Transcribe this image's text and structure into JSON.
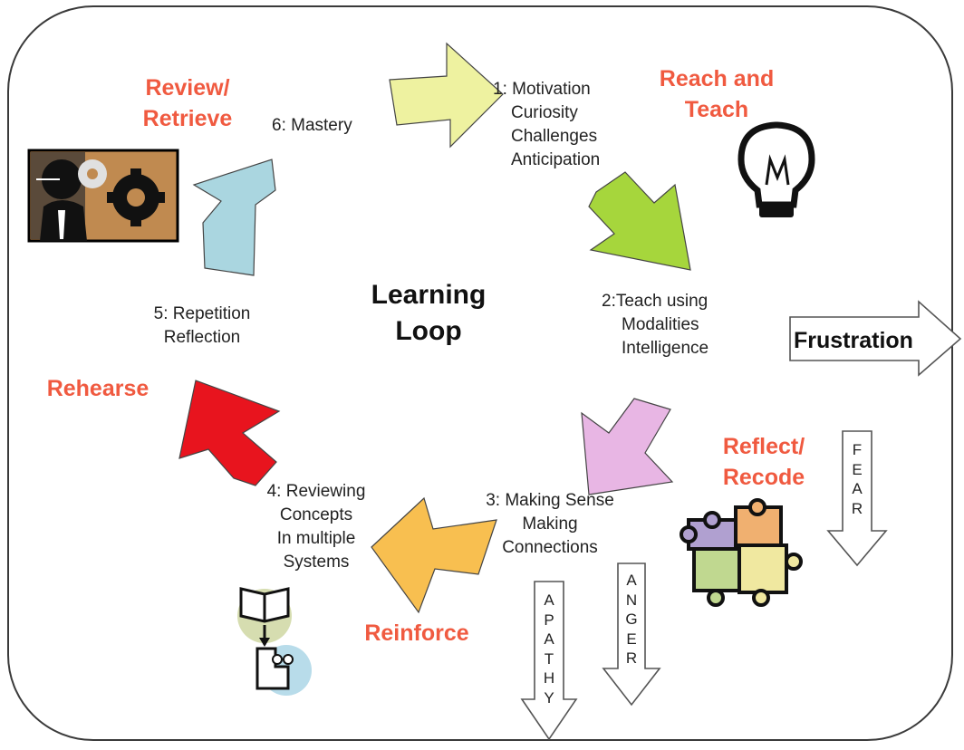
{
  "title": {
    "line1": "Learning",
    "line2": "Loop"
  },
  "steps": {
    "s1": [
      "1: Motivation",
      "Curiosity",
      "Challenges",
      "Anticipation"
    ],
    "s2": [
      "2:Teach using",
      "Modalities",
      "Intelligence"
    ],
    "s3": [
      "3: Making Sense",
      "Making",
      "Connections"
    ],
    "s4": [
      "4: Reviewing",
      "Concepts",
      "In multiple",
      "Systems"
    ],
    "s5": [
      "5: Repetition",
      "Reflection"
    ],
    "s6": [
      "6: Mastery"
    ]
  },
  "phases": {
    "review": [
      "Review/",
      "Retrieve"
    ],
    "reach": [
      "Reach and",
      "Teach"
    ],
    "reflect": [
      "Reflect/",
      "Recode"
    ],
    "reinforce": "Reinforce",
    "rehearse": "Rehearse"
  },
  "emotions": {
    "frustration": "Frustration",
    "fear": [
      "F",
      "E",
      "A",
      "R"
    ],
    "anger": [
      "A",
      "N",
      "G",
      "E",
      "R"
    ],
    "apathy": [
      "A",
      "P",
      "A",
      "T",
      "H",
      "Y"
    ]
  },
  "colors": {
    "arrow1": "#eef2a0",
    "arrow2": "#a6d63c",
    "arrow3": "#e8b6e4",
    "arrow4": "#f8bf50",
    "arrow5": "#e8141e",
    "arrow6": "#aad6e0",
    "phase_text": "#f05a40"
  },
  "icons": [
    "businessman-gears-icon",
    "lightbulb-icon",
    "puzzle-icon",
    "book-reader-icon"
  ]
}
